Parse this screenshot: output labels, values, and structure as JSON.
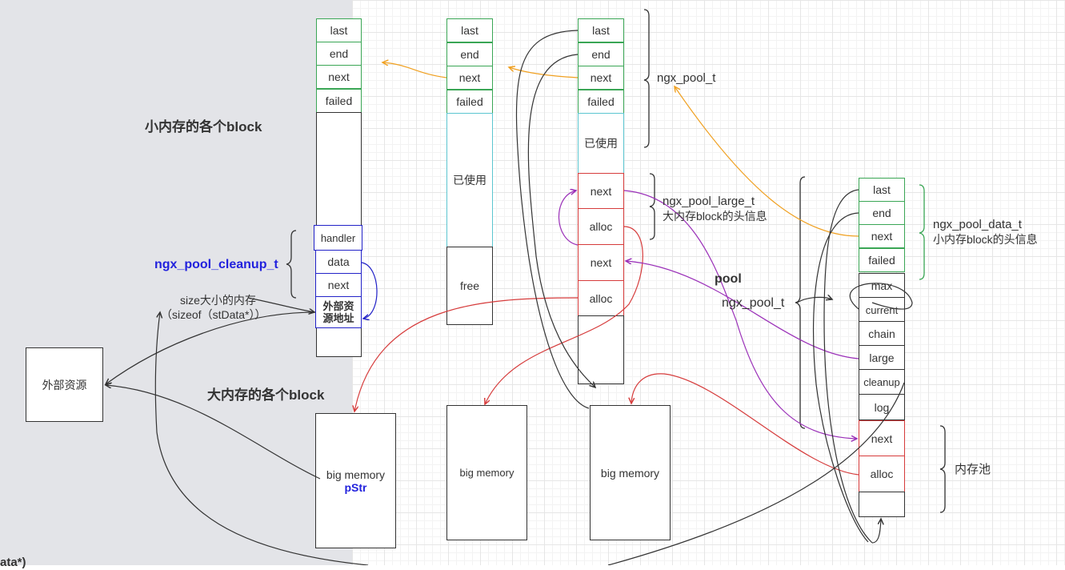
{
  "col1": {
    "cells": [
      "last",
      "end",
      "next",
      "failed"
    ],
    "handler": "handler",
    "data": "data",
    "next": "next",
    "ext_addr": "外部资源地址"
  },
  "col2": {
    "cells": [
      "last",
      "end",
      "next",
      "failed"
    ],
    "used": "已使用",
    "free": "free"
  },
  "col3": {
    "cells": [
      "last",
      "end",
      "next",
      "failed"
    ],
    "used": "已使用",
    "large": [
      "next",
      "alloc",
      "next",
      "alloc"
    ]
  },
  "col4": {
    "data_cells": [
      "last",
      "end",
      "next",
      "failed"
    ],
    "pool_cells": [
      "max",
      "current",
      "chain",
      "large",
      "cleanup",
      "log"
    ],
    "large_cells": [
      "next",
      "alloc"
    ]
  },
  "labels": {
    "small_blocks": "小内存的各个block",
    "large_blocks": "大内存的各个block",
    "cleanup_t": "ngx_pool_cleanup_t",
    "size_note_1": "size大小的内存",
    "size_note_2": "（sizeof（stData*））",
    "ext_resource": "外部资源",
    "ngx_pool_t_top": "ngx_pool_t",
    "large_t_1": "ngx_pool_large_t",
    "large_t_2": "大内存block的头信息",
    "data_t_1": "ngx_pool_data_t",
    "data_t_2": "小内存block的头信息",
    "pool": "pool",
    "ngx_pool_t_mid": "ngx_pool_t",
    "mem_pool": "内存池",
    "cut_text": "ata*)"
  },
  "big_memory": {
    "b1": "big memory",
    "b1_sub": "pStr",
    "b2": "big memory",
    "b3": "big memory"
  },
  "colors": {
    "green": "#3aa655",
    "red": "#d63b3b",
    "cyan": "#5bc6d0",
    "blue": "#2222c8",
    "orange": "#f0a020",
    "purple": "#9a2fb8",
    "dark": "#333333"
  }
}
